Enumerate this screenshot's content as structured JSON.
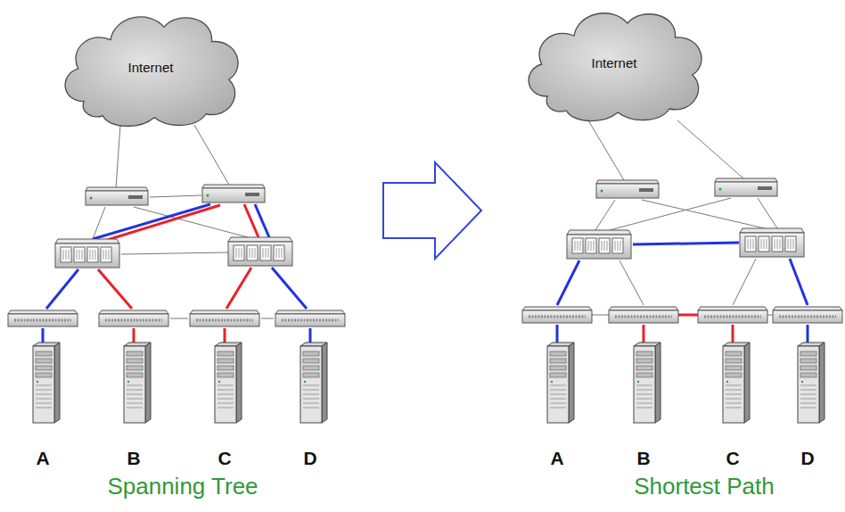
{
  "diagram": {
    "nodes": [
      {
        "text": [
          "Internet"
        ]
      },
      {
        "text": [
          "A"
        ]
      },
      {
        "text": [
          "B"
        ]
      },
      {
        "text": [
          "C"
        ]
      },
      {
        "text": [
          "D"
        ]
      },
      {
        "text": [
          "Internet"
        ]
      },
      {
        "text": [
          "A"
        ]
      },
      {
        "text": [
          "B"
        ]
      },
      {
        "text": [
          "C"
        ]
      },
      {
        "text": [
          "D"
        ]
      }
    ],
    "labels": [
      "Spanning Tree",
      "Shortest Path"
    ]
  }
}
